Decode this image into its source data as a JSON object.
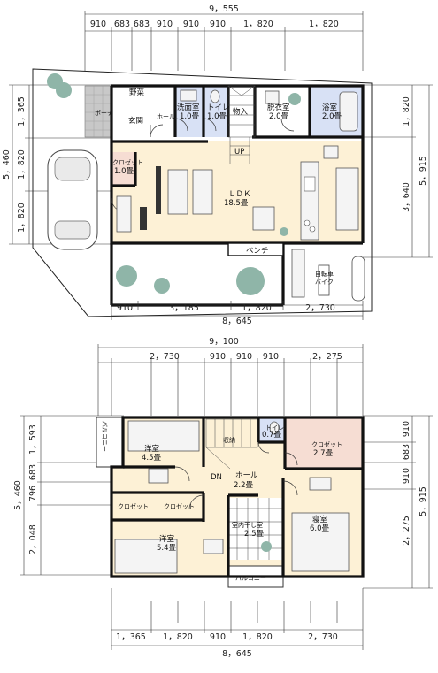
{
  "floor1": {
    "top_total": "9，555",
    "top_dims": [
      "910",
      "683",
      "683",
      "910",
      "910",
      "910",
      "1，820",
      "1，820"
    ],
    "left_total": "5，460",
    "left_dims": [
      "1，365",
      "1，820",
      "1，820"
    ],
    "right_total": "5，915",
    "right_dims": [
      "1，820",
      "3，640"
    ],
    "bottom_dims": [
      "910",
      "3，185",
      "1，820",
      "2，730"
    ],
    "bottom_total": "8，645",
    "rooms": {
      "yasai": "野菜",
      "washroom_name": "洗面室",
      "washroom_size": "1.0畳",
      "toilet_name": "トイレ",
      "toilet_size": "1.0畳",
      "storage": "物入",
      "dressing_name": "脱衣室",
      "dressing_size": "2.0畳",
      "bath_name": "浴室",
      "bath_size": "2.0畳",
      "porch": "ポーチ",
      "entrance": "玄関",
      "hall": "ホール",
      "up": "UP",
      "closet_name": "クロゼット",
      "closet_size": "1.0畳",
      "ldk_name": "ＬＤＫ",
      "ldk_size": "18.5畳",
      "bench": "ベンチ",
      "bike_line1": "自転車",
      "bike_line2": "バイク"
    }
  },
  "floor2": {
    "top_total": "9，100",
    "top_dims": [
      "2，730",
      "910",
      "910",
      "910",
      "2，275"
    ],
    "left_total": "5，460",
    "left_dims": [
      "1，593",
      "683",
      "796",
      "2，048"
    ],
    "right_total": "5，915",
    "right_dims": [
      "910",
      "683",
      "910",
      "2，275"
    ],
    "bottom_dims": [
      "1，365",
      "1，820",
      "910",
      "1，820",
      "2，730"
    ],
    "bottom_total": "8，645",
    "rooms": {
      "balcony1": "バルコニー",
      "western1_name": "洋室",
      "western1_size": "4.5畳",
      "storage": "収納",
      "toilet_name": "トイレ",
      "toilet_size": "0.7畳",
      "closet1_name": "クロゼット",
      "closet1_size": "2.7畳",
      "dn": "DN",
      "hall_name": "ホール",
      "hall_size": "2.2畳",
      "closet_a": "クロゼット",
      "closet_b": "クロゼット",
      "drying_name": "室内干し室",
      "drying_size": "2.5畳",
      "bedroom_name": "寝室",
      "bedroom_size": "6.0畳",
      "western2_name": "洋室",
      "western2_size": "5.4畳",
      "balcony2": "バルコニー"
    }
  },
  "colors": {
    "floor": "#fdf1d6",
    "wet": "#d8e1f5",
    "closet": "#f6ddd3",
    "tile": "#c8c8c8",
    "tree": "#8fb5a8"
  }
}
